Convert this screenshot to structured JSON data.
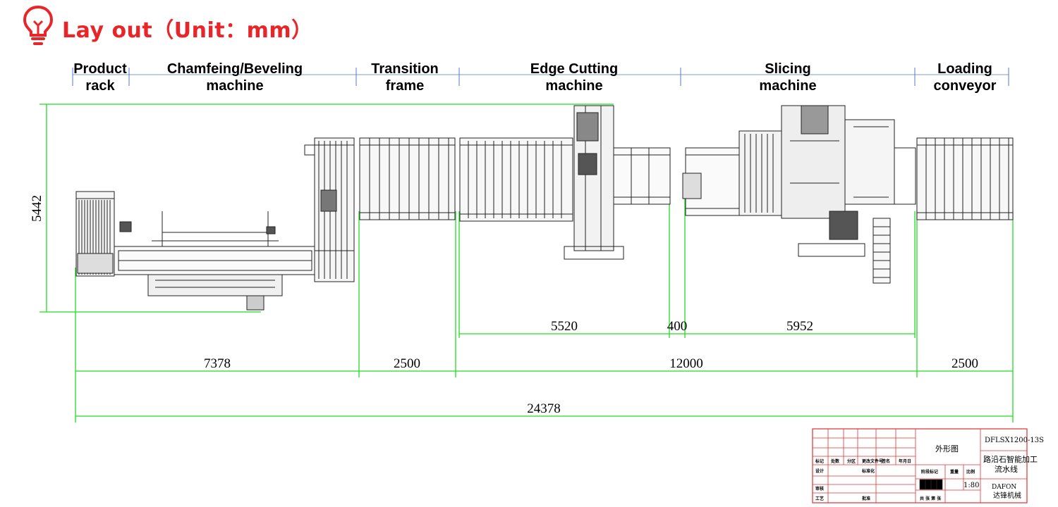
{
  "header": {
    "title": "Lay out（Unit：mm）",
    "icon": "lightbulb-icon",
    "accent_color": "#e8262a"
  },
  "sections": [
    {
      "line1": "Product",
      "line2": "rack"
    },
    {
      "line1": "Chamfeing/Beveling",
      "line2": "machine"
    },
    {
      "line1": "Transition",
      "line2": "frame"
    },
    {
      "line1": "Edge Cutting",
      "line2": "machine"
    },
    {
      "line1": "Slicing",
      "line2": "machine"
    },
    {
      "line1": "Loading",
      "line2": "conveyor"
    }
  ],
  "dimensions": {
    "height": "5442",
    "edge_cutting": "5520",
    "gap": "400",
    "slicing": "5952",
    "chamfering": "7378",
    "transition": "2500",
    "middle": "12000",
    "loading": "2500",
    "total": "24378",
    "line_color": "#22dd22"
  },
  "title_block": {
    "drawing_name": "外形图",
    "drawing_code": "DFLSX1200-13S",
    "product_name_1": "路沿石智能加工",
    "product_name_2": "流水线",
    "scale": "1:80",
    "company_en": "DAFON",
    "company_cn": "达锋机械",
    "border_color": "#e23030"
  }
}
